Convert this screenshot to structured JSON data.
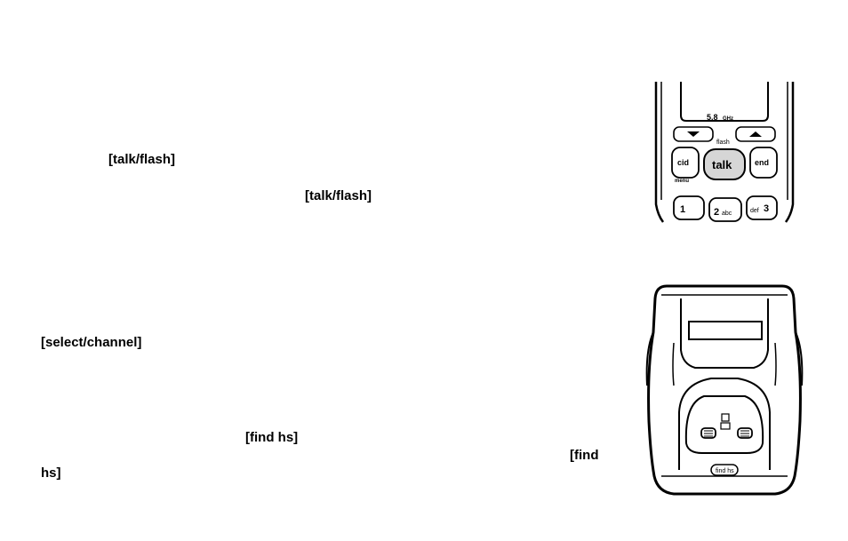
{
  "page": {
    "background": "#ffffff",
    "text_color": "#000000"
  },
  "text_fragments": {
    "talk_flash_1": "[talk/flash]",
    "talk_flash_2": "[talk/flash]",
    "select_channel": "[select/channel]",
    "find_hs_1": "[find hs]",
    "find_hs_2a": "[find",
    "find_hs_2b": "hs]"
  },
  "handset_figure": {
    "band_label": "5.8",
    "band_unit": "GHz",
    "flash_label": "flash",
    "menu_label": "menu",
    "keys": {
      "cid": "cid",
      "talk": "talk",
      "end": "end",
      "k1": "1",
      "k2_num": "2",
      "k2_letters": "abc",
      "k3_num": "3",
      "k3_letters": "def"
    }
  },
  "base_figure": {
    "button_label": "find hs"
  }
}
